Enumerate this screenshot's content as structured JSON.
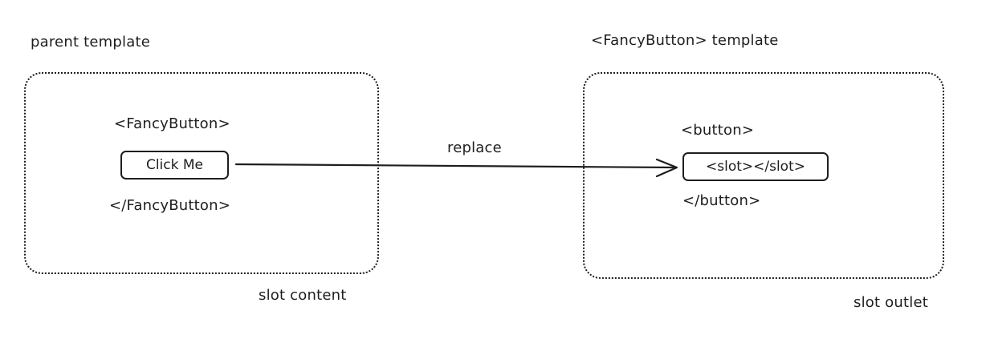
{
  "parent": {
    "title": "parent template",
    "open_tag": "<FancyButton>",
    "button_label": "Click Me",
    "close_tag": "</FancyButton>",
    "caption": "slot content"
  },
  "child": {
    "title": "<FancyButton> template",
    "open_tag": "<button>",
    "slot_label": "<slot></slot>",
    "close_tag": "</button>",
    "caption": "slot outlet"
  },
  "arrow": {
    "label": "replace"
  },
  "colors": {
    "stroke": "#1e1e1e",
    "background": "#ffffff"
  }
}
